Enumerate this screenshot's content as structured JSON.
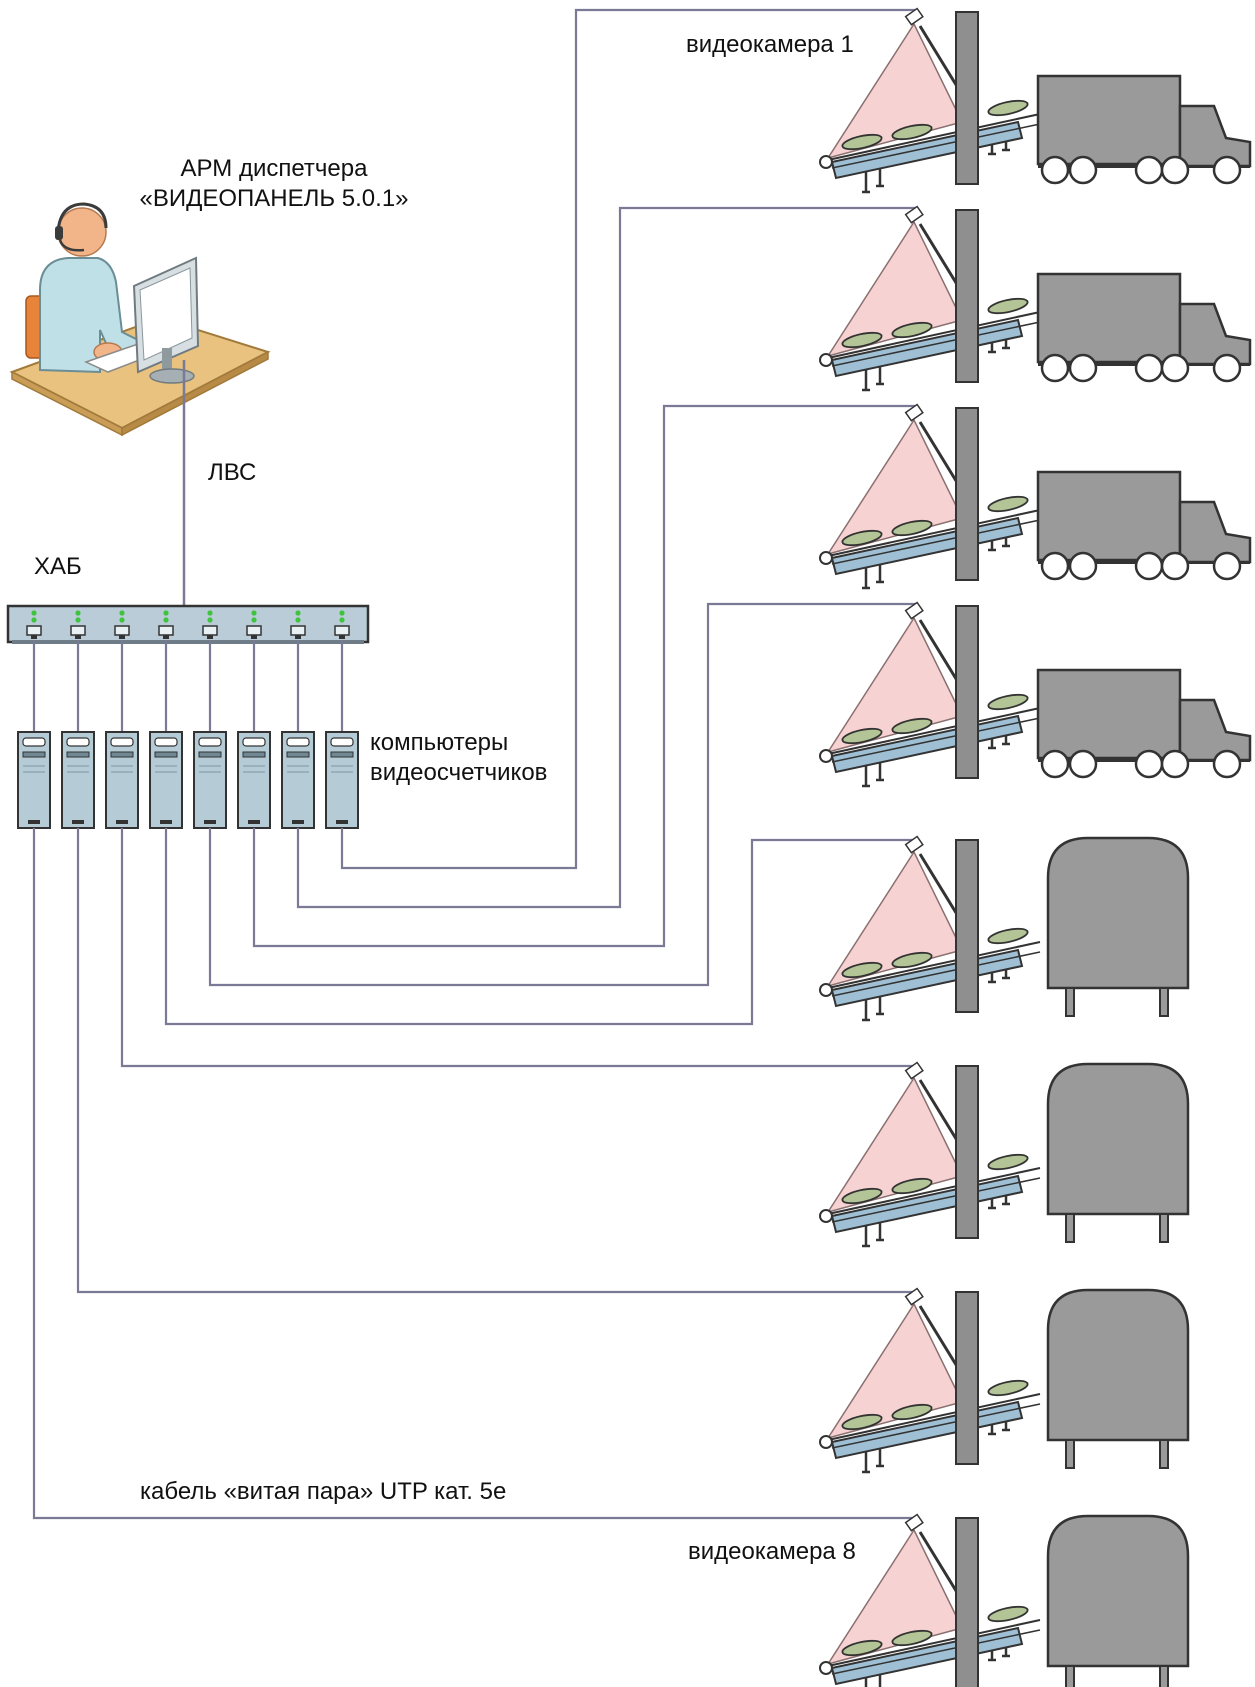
{
  "labels": {
    "operator_title_line1": "АРМ диспетчера",
    "operator_title_line2": "«ВИДЕОПАНЕЛЬ 5.0.1»",
    "lan": "ЛВС",
    "hub": "ХАБ",
    "computers_line1": "компьютеры",
    "computers_line2": "видеосчетчиков",
    "camera_first": "видеокамера 1",
    "camera_last": "видеокамера 8",
    "cable": "кабель «витая пара» UTP кат. 5е"
  },
  "stations": [
    {
      "vehicle": "truck"
    },
    {
      "vehicle": "truck"
    },
    {
      "vehicle": "truck"
    },
    {
      "vehicle": "truck"
    },
    {
      "vehicle": "bunker"
    },
    {
      "vehicle": "bunker"
    },
    {
      "vehicle": "bunker"
    },
    {
      "vehicle": "bunker"
    }
  ],
  "colors": {
    "wire": "#7a7a96",
    "vehicle_fill": "#9a9a9a",
    "outline": "#333333",
    "camera_cone": "#f7d2d2",
    "conveyor": "#9fc0d4",
    "hub_body": "#b9ccd8",
    "led": "#3fc43f",
    "pc_body": "#b5cbd6",
    "desk": "#e8c27e",
    "skin": "#f2b58a",
    "shirt": "#bfe0e6"
  }
}
